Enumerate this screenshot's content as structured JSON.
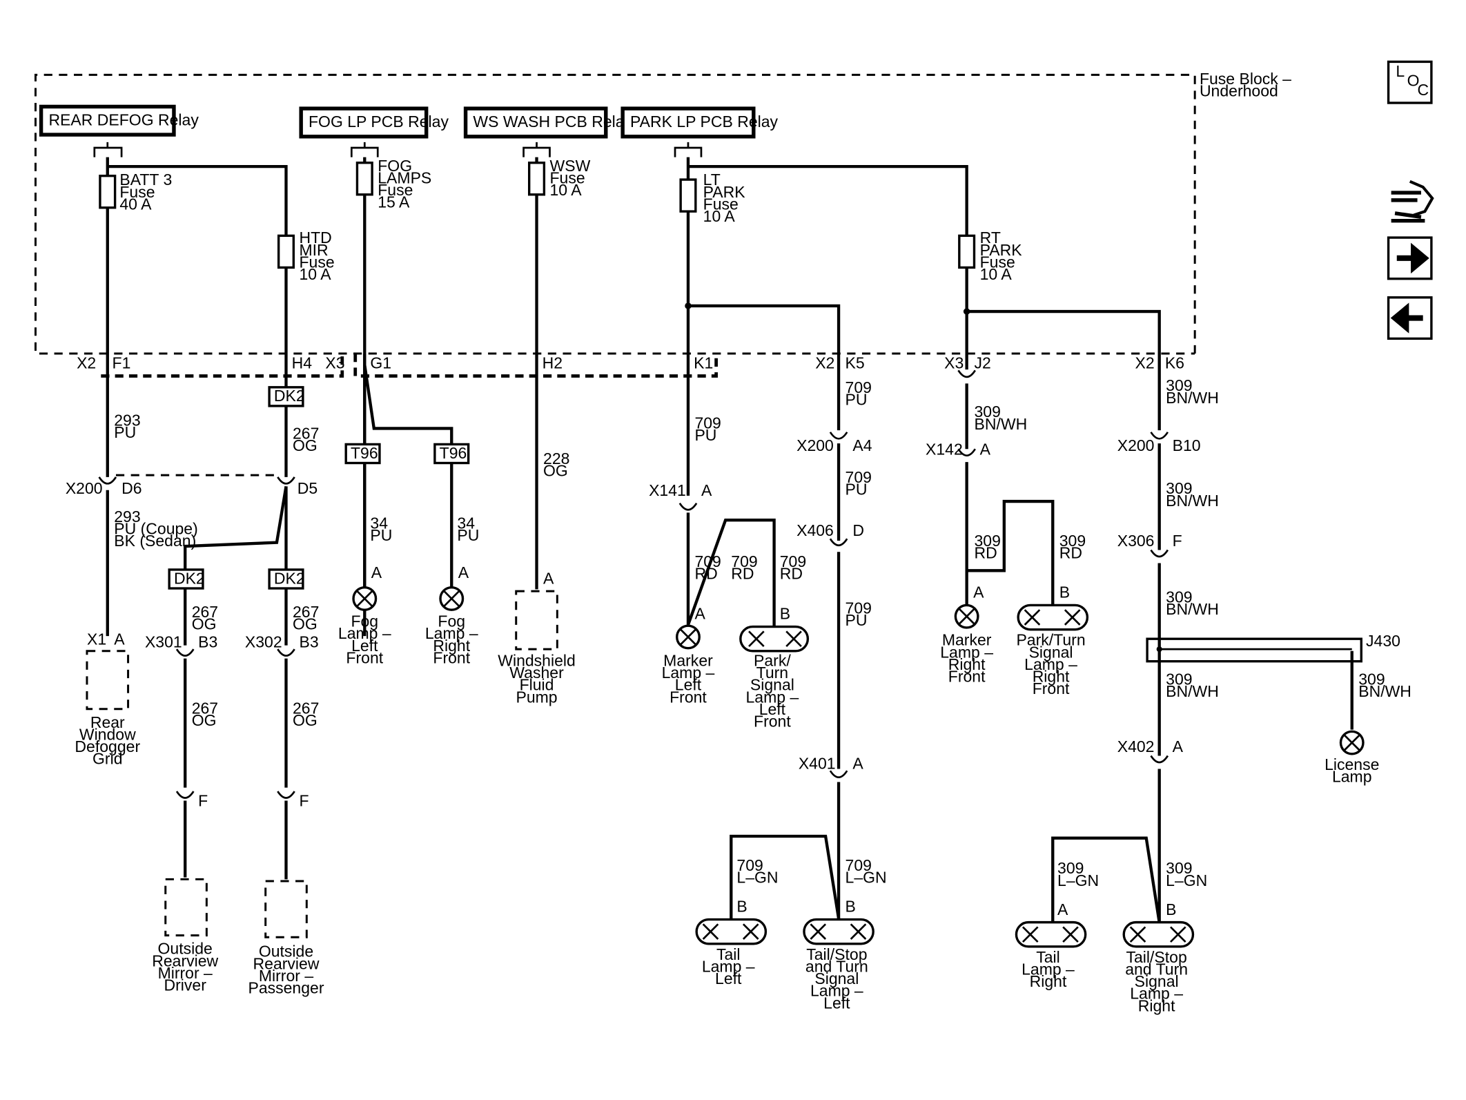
{
  "fuse_block": {
    "line1": "Fuse Block –",
    "line2": "Underhood"
  },
  "relays": [
    {
      "label": "REAR DEFOG Relay"
    },
    {
      "label": "FOG LP PCB Relay"
    },
    {
      "label": "WS WASH PCB Relay"
    },
    {
      "label": "PARK LP PCB Relay"
    }
  ],
  "fuses": [
    {
      "lines": [
        "BATT 3",
        "Fuse",
        "40 A"
      ]
    },
    {
      "lines": [
        "HTD",
        "MIR",
        "Fuse",
        "10 A"
      ]
    },
    {
      "lines": [
        "FOG",
        "LAMPS",
        "Fuse",
        "15 A"
      ]
    },
    {
      "lines": [
        "WSW",
        "Fuse",
        "10 A"
      ]
    },
    {
      "lines": [
        "LT",
        "PARK",
        "Fuse",
        "10 A"
      ]
    },
    {
      "lines": [
        "RT",
        "PARK",
        "Fuse",
        "10 A"
      ]
    }
  ],
  "pins": {
    "x2a": "X2",
    "f1": "F1",
    "h4": "H4",
    "x3a": "X3",
    "g1": "G1",
    "h2": "H2",
    "k1": "K1",
    "x2b": "X2",
    "k5": "K5",
    "x3b": "X3",
    "j2": "J2",
    "x2c": "X2",
    "k6": "K6"
  },
  "splices": {
    "dk2a": "DK2",
    "dk2b": "DK2",
    "dk2c": "DK2",
    "t96a": "T96",
    "t96b": "T96"
  },
  "wires": {
    "w293": [
      "293",
      "PU"
    ],
    "w267a": [
      "267",
      "OG"
    ],
    "w293b": [
      "293",
      "PU (Coupe)",
      "BK (Sedan)"
    ],
    "w267b": [
      "267",
      "OG"
    ],
    "w267c": [
      "267",
      "OG"
    ],
    "w267d": [
      "267",
      "OG"
    ],
    "w267e": [
      "267",
      "OG"
    ],
    "w34a": [
      "34",
      "PU"
    ],
    "w34b": [
      "34",
      "PU"
    ],
    "w228": [
      "228",
      "OG"
    ],
    "w709a": [
      "709",
      "PU"
    ],
    "w709rd1": [
      "709",
      "RD"
    ],
    "w709rd2": [
      "709",
      "RD"
    ],
    "w709rd3": [
      "709",
      "RD"
    ],
    "w709b": [
      "709",
      "PU"
    ],
    "w709c": [
      "709",
      "PU"
    ],
    "w709d": [
      "709",
      "PU"
    ],
    "w709lg1": [
      "709",
      "L–GN"
    ],
    "w709lg2": [
      "709",
      "L–GN"
    ],
    "w309a": [
      "309",
      "BN/WH"
    ],
    "w309rd1": [
      "309",
      "RD"
    ],
    "w309rd2": [
      "309",
      "RD"
    ],
    "w309b": [
      "309",
      "BN/WH"
    ],
    "w309c": [
      "309",
      "BN/WH"
    ],
    "w309d": [
      "309",
      "BN/WH"
    ],
    "w309e": [
      "309",
      "BN/WH"
    ],
    "w309f": [
      "309",
      "BN/WH"
    ],
    "w309lg1": [
      "309",
      "L–GN"
    ],
    "w309lg2": [
      "309",
      "L–GN"
    ]
  },
  "connectors": {
    "c1": {
      "name": "X200",
      "pin": "D6"
    },
    "c2": {
      "pin": "D5"
    },
    "c3": {
      "name": "X301",
      "pin": "B3"
    },
    "c4": {
      "name": "X302",
      "pin": "B3"
    },
    "c5": {
      "pin": "F"
    },
    "c6": {
      "pin": "F"
    },
    "c7": {
      "name": "X141",
      "pin": "A"
    },
    "c8": {
      "name": "X200",
      "pin": "A4"
    },
    "c9": {
      "name": "X406",
      "pin": "D"
    },
    "c10": {
      "name": "X401",
      "pin": "A"
    },
    "c11": {
      "name": "X142",
      "pin": "A"
    },
    "c12": {
      "name": "X200",
      "pin": "B10"
    },
    "c13": {
      "name": "X306",
      "pin": "F"
    },
    "c14": {
      "name": "X402",
      "pin": "A"
    }
  },
  "terminals": {
    "t1": {
      "name": "X1",
      "pin": "A"
    },
    "fogl": "A",
    "fogr": "A",
    "wsw": "A",
    "mlf": "A",
    "plf": "B",
    "mrf": "A",
    "prf": "B",
    "tl": "B",
    "tsl": "B",
    "tr": "A",
    "tsr": "B"
  },
  "junction": "J430",
  "components": {
    "defogger": [
      "Rear",
      "Window",
      "Defogger",
      "Grid"
    ],
    "mirror_driver": [
      "Outside",
      "Rearview",
      "Mirror –",
      "Driver"
    ],
    "mirror_pass": [
      "Outside",
      "Rearview",
      "Mirror –",
      "Passenger"
    ],
    "fog_left": [
      "Fog",
      "Lamp –",
      "Left",
      "Front"
    ],
    "fog_right": [
      "Fog",
      "Lamp –",
      "Right",
      "Front"
    ],
    "washer": [
      "Windshield",
      "Washer",
      "Fluid",
      "Pump"
    ],
    "marker_lf": [
      "Marker",
      "Lamp –",
      "Left",
      "Front"
    ],
    "park_lf": [
      "Park/",
      "Turn",
      "Signal",
      "Lamp –",
      "Left",
      "Front"
    ],
    "marker_rf": [
      "Marker",
      "Lamp –",
      "Right",
      "Front"
    ],
    "park_rf": [
      "Park/Turn",
      "Signal",
      "Lamp –",
      "Right",
      "Front"
    ],
    "license": [
      "License",
      "Lamp"
    ],
    "tail_l": [
      "Tail",
      "Lamp –",
      "Left"
    ],
    "tailstop_l": [
      "Tail/Stop",
      "and Turn",
      "Signal",
      "Lamp –",
      "Left"
    ],
    "tail_r": [
      "Tail",
      "Lamp –",
      "Right"
    ],
    "tailstop_r": [
      "Tail/Stop",
      "and Turn",
      "Signal",
      "Lamp –",
      "Right"
    ]
  },
  "nav": {
    "loc_l": "L",
    "loc_o": "O",
    "loc_c": "C"
  }
}
